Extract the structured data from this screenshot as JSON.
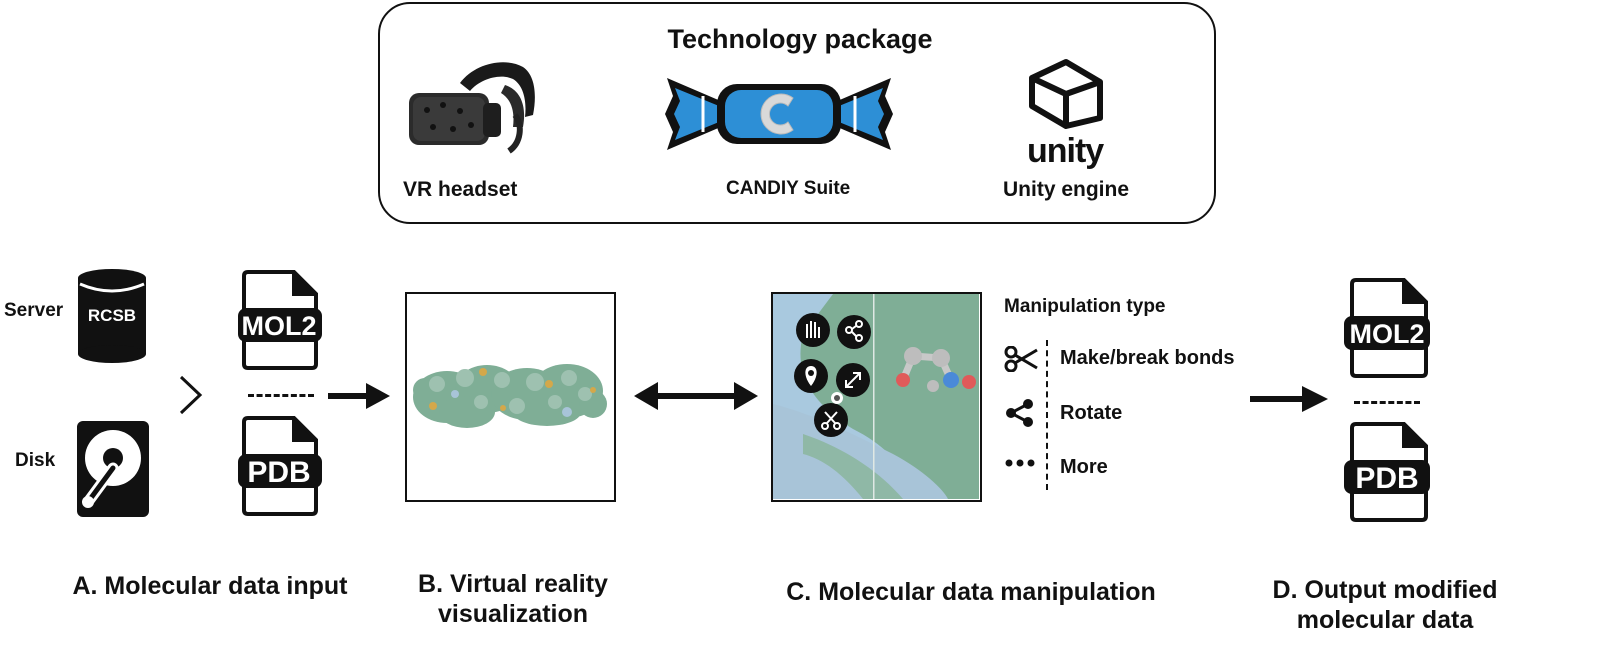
{
  "tech_package": {
    "title": "Technology package",
    "items": [
      {
        "label": "VR headset",
        "icon": "vr-headset-icon"
      },
      {
        "label": "CANDIY Suite",
        "icon": "candy-logo-icon"
      },
      {
        "label": "Unity engine",
        "icon": "unity-logo-icon",
        "logo_text": "unity"
      }
    ]
  },
  "input": {
    "server_label": "Server",
    "disk_label": "Disk",
    "server_badge": "RCSB",
    "file_types": [
      "MOL2",
      "PDB"
    ]
  },
  "manipulation": {
    "header": "Manipulation type",
    "types": [
      {
        "label": "Make/break bonds",
        "icon": "scissors-icon"
      },
      {
        "label": "Rotate",
        "icon": "share-nodes-icon"
      },
      {
        "label": "More",
        "icon": "ellipsis-icon"
      }
    ]
  },
  "output": {
    "file_types": [
      "MOL2",
      "PDB"
    ]
  },
  "sections": {
    "a": "A. Molecular data input",
    "b_line1": "B. Virtual reality",
    "b_line2": "visualization",
    "c": "C. Molecular data manipulation",
    "d_line1": "D. Output modified",
    "d_line2": "molecular data"
  },
  "colors": {
    "candy_blue": "#2d8fd6",
    "protein_green": "#7fae96",
    "protein_blue": "#a8c4d8",
    "atom_red": "#e05a5a",
    "atom_blue": "#4a8ad8"
  }
}
